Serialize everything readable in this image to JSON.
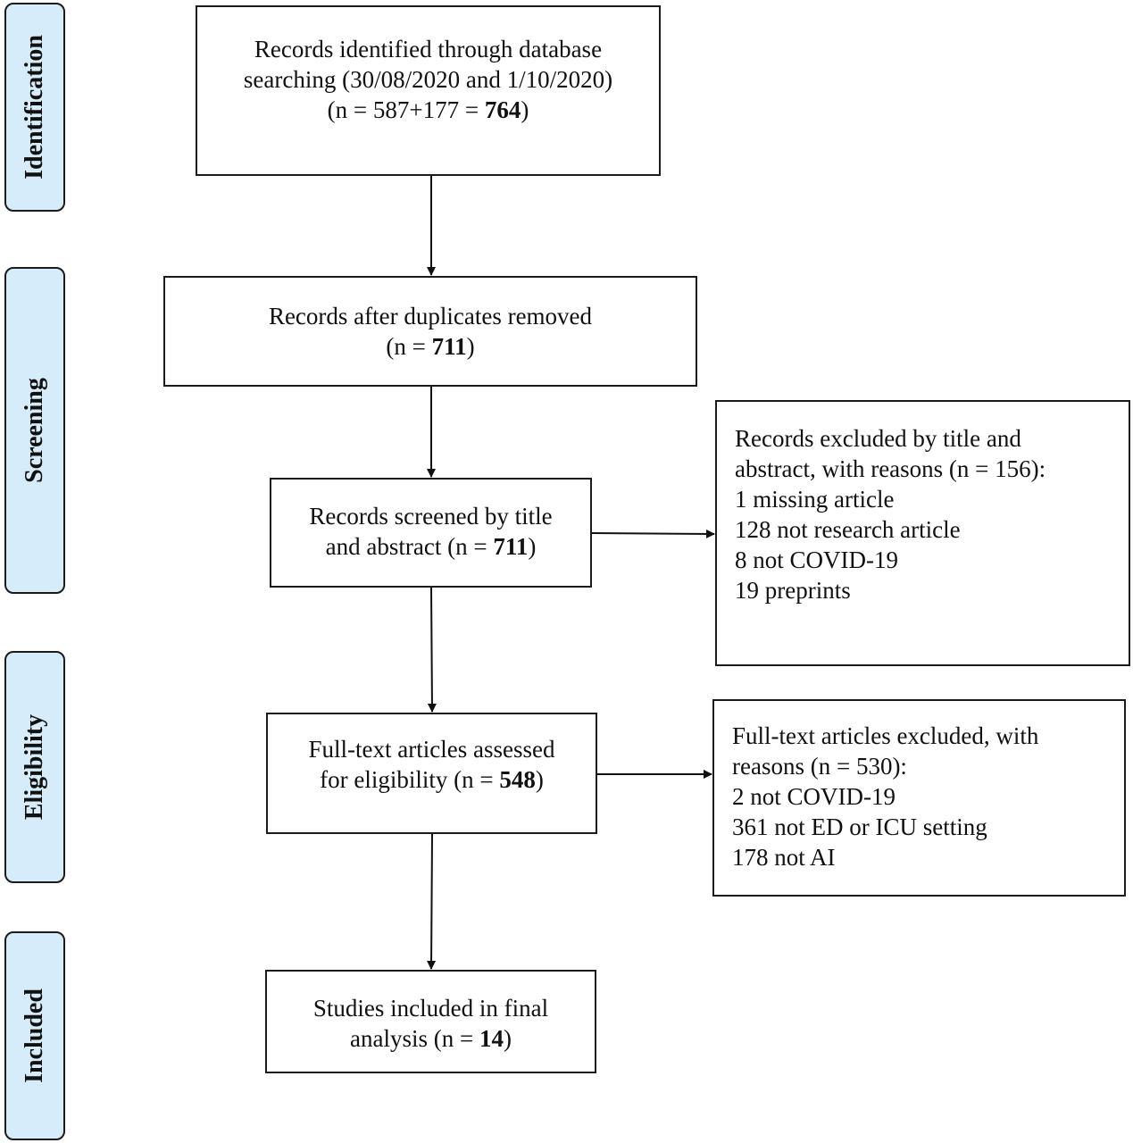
{
  "phases": [
    "Identification",
    "Screening",
    "Eligibility",
    "Included"
  ],
  "identified": {
    "line1": "Records identified through database",
    "line2": "searching (30/08/2020 and 1/10/2020)",
    "line3_pre": "(n = 587+177 = ",
    "line3_bold": "764",
    "line3_post": ")"
  },
  "deduplicated": {
    "line1": "Records after duplicates removed",
    "line2_pre": "(n = ",
    "line2_bold": "711",
    "line2_post": ")"
  },
  "screened": {
    "line1": "Records screened by title",
    "line2_pre": "and abstract (n = ",
    "line2_bold": "711",
    "line2_post": ")"
  },
  "excluded_title": {
    "lines": [
      "Records excluded by title and",
      "abstract, with reasons (n = 156):",
      "1 missing article",
      "128 not research article",
      "8 not COVID-19",
      "19 preprints"
    ]
  },
  "fulltext": {
    "line1": "Full-text articles assessed",
    "line2_pre": "for eligibility (n = ",
    "line2_bold": "548",
    "line2_post": ")"
  },
  "excluded_fulltext": {
    "lines": [
      "Full-text articles excluded, with",
      "reasons (n = 530):",
      "2 not COVID-19",
      "361 not ED or ICU setting",
      "178 not AI"
    ]
  },
  "included": {
    "line1": "Studies included in final",
    "line2_pre": "analysis (n = ",
    "line2_bold": "14",
    "line2_post": ")"
  }
}
